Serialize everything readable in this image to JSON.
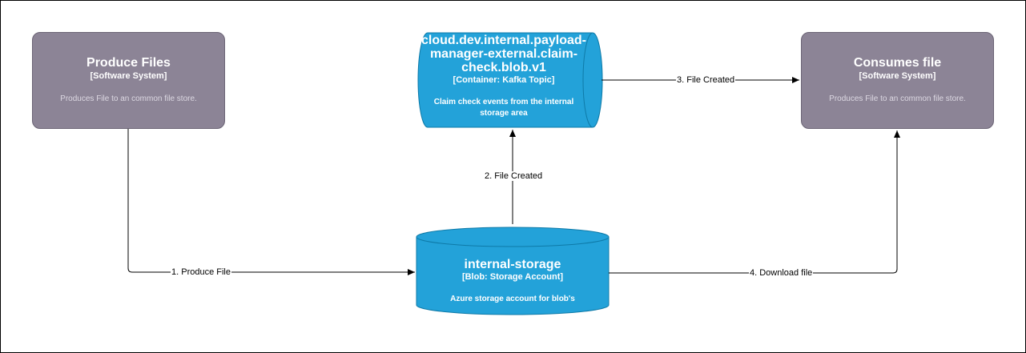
{
  "nodes": {
    "produce": {
      "title": "Produce Files",
      "type": "[Software System]",
      "description": "Produces File to an common file store."
    },
    "topic": {
      "title": "cloud.dev.internal.payload-manager-external.claim-check.blob.v1",
      "type": "[Container: Kafka Topic]",
      "description": "Claim check events from the internal storage area"
    },
    "consumes": {
      "title": "Consumes file",
      "type": "[Software System]",
      "description": "Produces File to an common file store."
    },
    "storage": {
      "title": "internal-storage",
      "type": "[Blob: Storage Account]",
      "description": "Azure storage account for blob's"
    }
  },
  "edges": {
    "e1": "1. Produce File",
    "e2": "2. File Created",
    "e3": "3. File Created",
    "e4": "4. Download file"
  },
  "colors": {
    "system_fill": "#8c8496",
    "container_fill": "#23a2d9",
    "container_stroke": "#0e7aa8",
    "edge": "#000000"
  }
}
